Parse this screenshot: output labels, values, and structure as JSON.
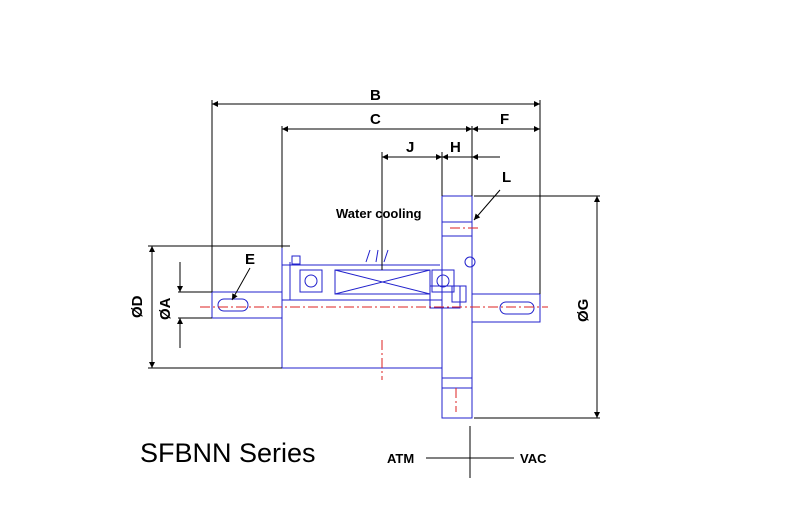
{
  "dimensions": {
    "B": "B",
    "C": "C",
    "F": "F",
    "J": "J",
    "H": "H",
    "L": "L",
    "E": "E",
    "D": "ØD",
    "A": "ØA",
    "G": "ØG"
  },
  "note": "Water cooling",
  "series_title": "SFBNN Series",
  "side_left": "ATM",
  "side_right": "VAC",
  "colors": {
    "outline": "#2222cc",
    "centerline": "#dd2222",
    "dimension": "#000000"
  }
}
